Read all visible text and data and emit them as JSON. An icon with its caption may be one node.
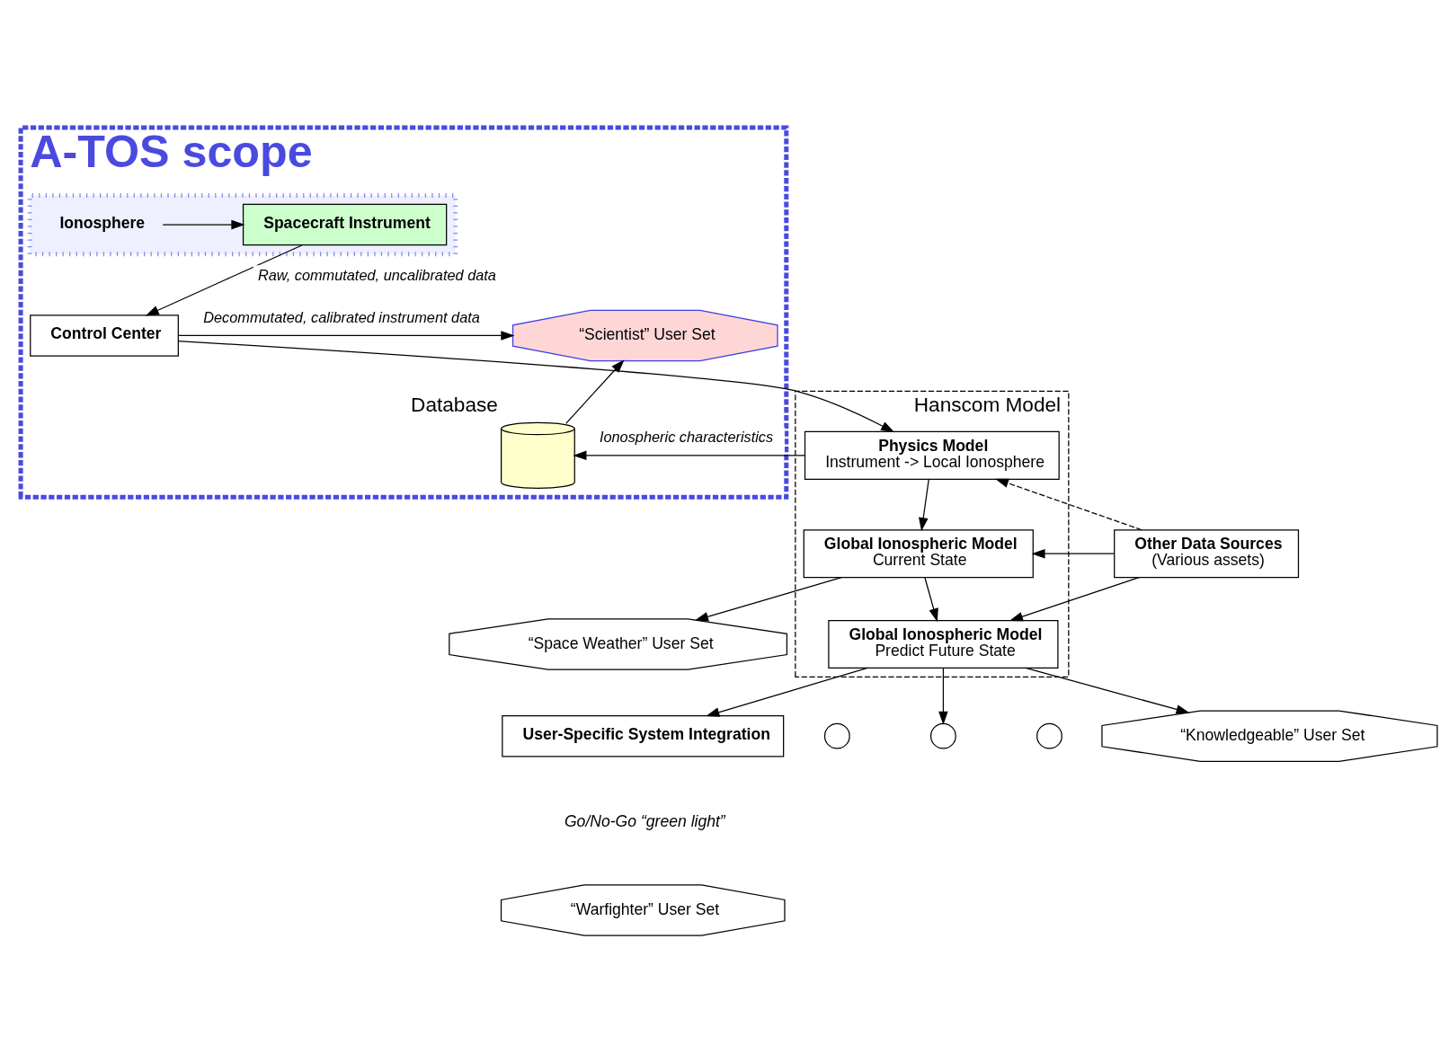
{
  "diagram": {
    "nodes": [
      {
        "text": [
          "A-TOS scope"
        ]
      },
      {
        "text": [],
        "shape": "box",
        "in": 0
      },
      {
        "text": [
          "Spacecraft Instrument"
        ],
        "in": 1
      },
      {
        "text": [
          "Ionosphere"
        ],
        "in": 1
      },
      {
        "text": [
          "Control Center"
        ],
        "in": 0
      },
      {
        "text": [
          "“Scientist” User Set"
        ],
        "in": 0
      },
      {
        "text": [],
        "shape": "cylinder",
        "beside": [
          "Database"
        ],
        "in": 0
      },
      {
        "text": [
          "Hanscom Model"
        ]
      },
      {
        "text": [
          "Physics Model",
          "Instrument -> Local Ionosphere"
        ],
        "in": 7
      },
      {
        "text": [
          "Global Ionospheric Model",
          "Current State"
        ],
        "in": 7
      },
      {
        "text": [
          "Global Ionospheric Model",
          "Predict Future State"
        ],
        "in": 7
      },
      {
        "text": [
          "Other Data Sources",
          "(Various assets)"
        ]
      },
      {
        "text": [
          "“Space Weather” User Set"
        ]
      },
      {
        "text": [
          "User-Specific System Integration"
        ]
      },
      {
        "text": [],
        "shape": "circle"
      },
      {
        "text": [],
        "shape": "circle"
      },
      {
        "text": [],
        "shape": "circle"
      },
      {
        "text": [
          "“Knowledgeable” User Set"
        ]
      },
      {
        "text": [
          "“Warfighter” User Set"
        ]
      }
    ],
    "edges": [
      {
        "from": 3,
        "to": 2,
        "arrow": "to"
      },
      {
        "from": 2,
        "to": 4,
        "arrow": "to",
        "label": "Raw, commutated, uncalibrated data"
      },
      {
        "from": 4,
        "to": 8,
        "arrow": "to"
      },
      {
        "from": 4,
        "to": 5,
        "arrow": "to",
        "label": "Decommutated, calibrated instrument data"
      },
      {
        "from": 6,
        "to": 5,
        "arrow": "to"
      },
      {
        "from": 8,
        "to": 9,
        "arrow": "to"
      },
      {
        "from": 8,
        "to": 6,
        "arrow": "to",
        "label": "Ionospheric characteristics"
      },
      {
        "from": 11,
        "to": 8,
        "arrow": "to",
        "style": "dashed"
      },
      {
        "from": 11,
        "to": 9,
        "arrow": "to"
      },
      {
        "from": 11,
        "to": 10,
        "arrow": "to"
      },
      {
        "from": 9,
        "to": 10,
        "arrow": "to"
      },
      {
        "from": 9,
        "to": 12,
        "arrow": "to"
      },
      {
        "from": 10,
        "to": 17,
        "arrow": "to"
      },
      {
        "from": 10,
        "to": 13,
        "arrow": "to"
      },
      {
        "from": 10,
        "to": 15,
        "arrow": "to"
      }
    ],
    "labels": [
      "Go/No-Go “green light”"
    ]
  }
}
